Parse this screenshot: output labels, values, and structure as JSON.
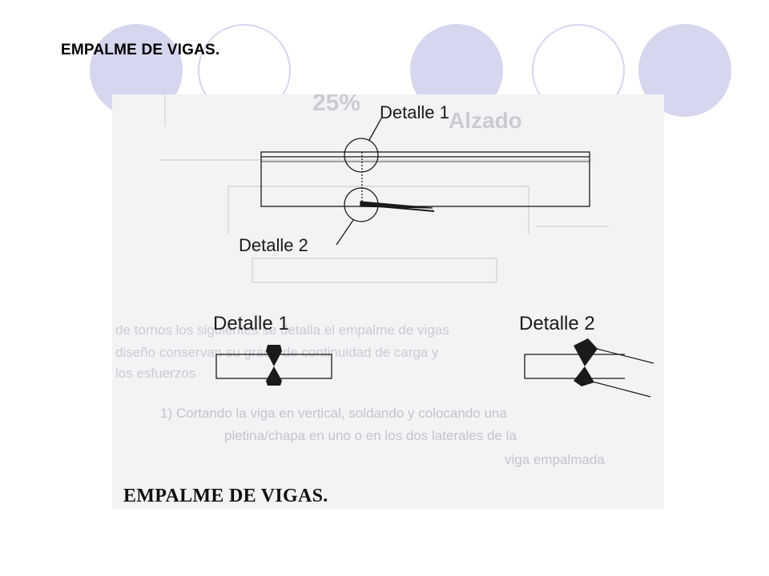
{
  "slide": {
    "title": "EMPALME DE VIGAS."
  },
  "figure": {
    "labels": {
      "detail1_top": "Detalle 1",
      "detail2_top": "Detalle 2",
      "detail1_bottom": "Detalle 1",
      "detail2_bottom": "Detalle 2"
    },
    "ghost_text": {
      "line1": "de tornos los siguientes se detalla el empalme de vigas",
      "line2": "diseño conservan su grado de continuidad de carga y",
      "line3": "los esfuerzos",
      "line4": "1) Cortando la viga en vertical, soldando y colocando una",
      "line5": "pletina/chapa en uno o en los dos laterales de la",
      "line6": "viga empalmada"
    },
    "caption": "EMPALME DE VIGAS."
  },
  "colors": {
    "deco_fill": "#d6d6ee",
    "deco_stroke": "#d6d6ee",
    "scan_bg": "#f3f3f5",
    "ink": "#1a1a1a"
  }
}
